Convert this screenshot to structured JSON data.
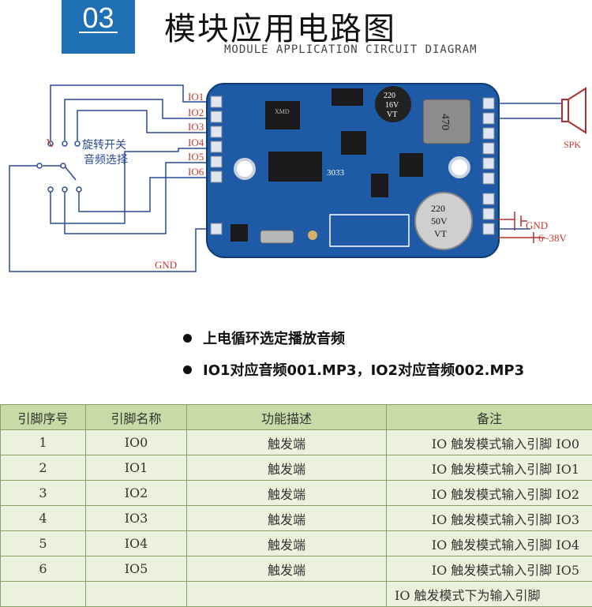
{
  "header": {
    "section_number": "03",
    "title": "模块应用电路图",
    "subtitle": "MODULE APPLICATION CIRCUIT DIAGRAM"
  },
  "diagram": {
    "io_labels": [
      "IO1",
      "IO2",
      "IO3",
      "IO4",
      "IO5",
      "IO6"
    ],
    "switch_label_line1": "旋转开关",
    "switch_label_line2": "音频选择",
    "gnd_bottom": "GND",
    "spk_label": "SPK",
    "gnd_right": "GND",
    "voltage_label": "6~38V",
    "chip_xmd": "XMD",
    "chip_3033": "3033",
    "cap_top": [
      "220",
      "16V",
      "VT"
    ],
    "inductor_label": "470",
    "cap_big": [
      "220",
      "50V",
      "VT"
    ]
  },
  "bullets": [
    "上电循环选定播放音频",
    "IO1对应音频001.MP3，IO2对应音频002.MP3"
  ],
  "table": {
    "headers": [
      "引脚序号",
      "引脚名称",
      "功能描述",
      "备注"
    ],
    "rows": [
      [
        "1",
        "IO0",
        "触发端",
        "IO  触发模式输入引脚  IO0"
      ],
      [
        "2",
        "IO1",
        "触发端",
        "IO  触发模式输入引脚  IO1"
      ],
      [
        "3",
        "IO2",
        "触发端",
        "IO  触发模式输入引脚  IO2"
      ],
      [
        "4",
        "IO3",
        "触发端",
        "IO  触发模式输入引脚  IO3"
      ],
      [
        "5",
        "IO4",
        "触发端",
        "IO  触发模式输入引脚  IO4"
      ],
      [
        "6",
        "IO5",
        "触发端",
        "IO  触发模式输入引脚  IO5"
      ],
      [
        "",
        "",
        "",
        "IO 触发模式下为输入引脚"
      ]
    ]
  }
}
